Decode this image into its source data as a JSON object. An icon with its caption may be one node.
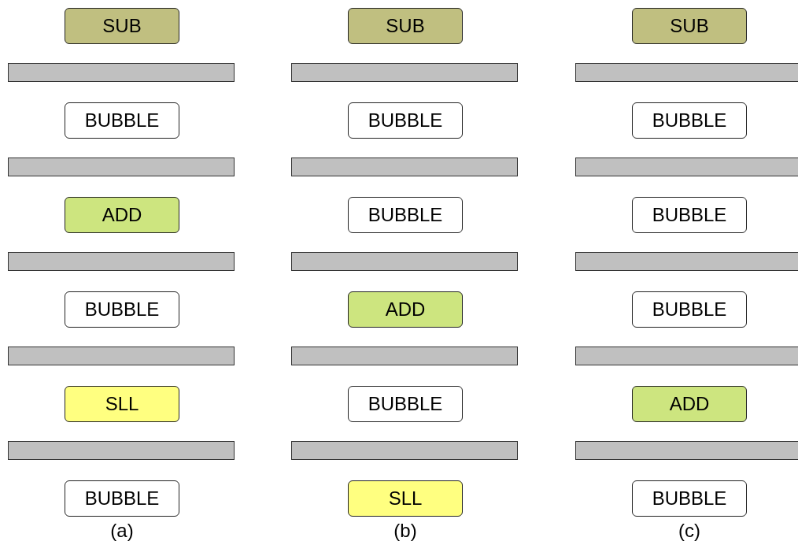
{
  "diagram": {
    "nodes": [
      {
        "text": [
          "SUB"
        ]
      },
      {
        "text": [],
        "shape": "bar"
      },
      {
        "text": [
          "BUBBLE"
        ]
      },
      {
        "text": [],
        "shape": "bar"
      },
      {
        "text": [
          "ADD"
        ]
      },
      {
        "text": [],
        "shape": "bar"
      },
      {
        "text": [
          "BUBBLE"
        ]
      },
      {
        "text": [],
        "shape": "bar"
      },
      {
        "text": [
          "SLL"
        ]
      },
      {
        "text": [],
        "shape": "bar"
      },
      {
        "text": [
          "BUBBLE"
        ]
      },
      {
        "text": [
          "SUB"
        ]
      },
      {
        "text": [],
        "shape": "bar"
      },
      {
        "text": [
          "BUBBLE"
        ]
      },
      {
        "text": [],
        "shape": "bar"
      },
      {
        "text": [
          "BUBBLE"
        ]
      },
      {
        "text": [],
        "shape": "bar"
      },
      {
        "text": [
          "ADD"
        ]
      },
      {
        "text": [],
        "shape": "bar"
      },
      {
        "text": [
          "BUBBLE"
        ]
      },
      {
        "text": [],
        "shape": "bar"
      },
      {
        "text": [
          "SLL"
        ]
      },
      {
        "text": [
          "SUB"
        ]
      },
      {
        "text": [],
        "shape": "bar"
      },
      {
        "text": [
          "BUBBLE"
        ]
      },
      {
        "text": [],
        "shape": "bar"
      },
      {
        "text": [
          "BUBBLE"
        ]
      },
      {
        "text": [],
        "shape": "bar"
      },
      {
        "text": [
          "BUBBLE"
        ]
      },
      {
        "text": [],
        "shape": "bar"
      },
      {
        "text": [
          "ADD"
        ]
      },
      {
        "text": [],
        "shape": "bar"
      },
      {
        "text": [
          "BUBBLE"
        ]
      }
    ],
    "edges": [],
    "labels": [
      "(a)",
      "(b)",
      "(c)"
    ]
  }
}
